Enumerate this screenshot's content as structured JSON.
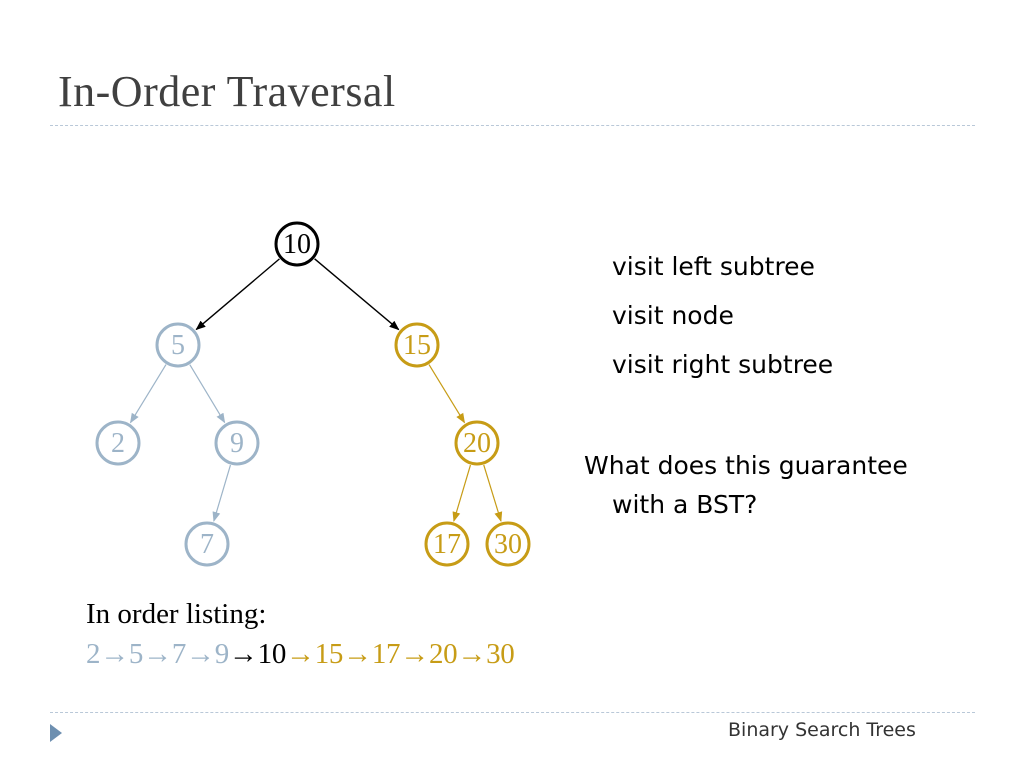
{
  "slide": {
    "title": "In-Order Traversal",
    "footer_label": "Binary Search Trees"
  },
  "colors": {
    "root": "#000000",
    "left_subtree": "#9db4c8",
    "right_subtree": "#c79c16",
    "rule": "#b9c8d8"
  },
  "tree": {
    "nodes": [
      {
        "id": "n10",
        "label": "10",
        "group": "root"
      },
      {
        "id": "n5",
        "label": "5",
        "group": "left"
      },
      {
        "id": "n15",
        "label": "15",
        "group": "right"
      },
      {
        "id": "n2",
        "label": "2",
        "group": "left"
      },
      {
        "id": "n9",
        "label": "9",
        "group": "left"
      },
      {
        "id": "n20",
        "label": "20",
        "group": "right"
      },
      {
        "id": "n7",
        "label": "7",
        "group": "left"
      },
      {
        "id": "n17",
        "label": "17",
        "group": "right"
      },
      {
        "id": "n30",
        "label": "30",
        "group": "right"
      }
    ],
    "edges": [
      {
        "from": "n10",
        "to": "n5",
        "group": "root"
      },
      {
        "from": "n10",
        "to": "n15",
        "group": "root"
      },
      {
        "from": "n5",
        "to": "n2",
        "group": "left"
      },
      {
        "from": "n5",
        "to": "n9",
        "group": "left"
      },
      {
        "from": "n9",
        "to": "n7",
        "group": "left"
      },
      {
        "from": "n15",
        "to": "n20",
        "group": "right"
      },
      {
        "from": "n20",
        "to": "n17",
        "group": "right"
      },
      {
        "from": "n20",
        "to": "n30",
        "group": "right"
      }
    ]
  },
  "steps": [
    "visit left subtree",
    "visit node",
    "visit right subtree"
  ],
  "question": {
    "line1": "What does this guarantee",
    "line2": "with a BST?"
  },
  "listing": {
    "label": "In order listing:",
    "items": [
      {
        "value": "2",
        "group": "left"
      },
      {
        "value": "5",
        "group": "left"
      },
      {
        "value": "7",
        "group": "left"
      },
      {
        "value": "9",
        "group": "left"
      },
      {
        "value": "10",
        "group": "root"
      },
      {
        "value": "15",
        "group": "right"
      },
      {
        "value": "17",
        "group": "right"
      },
      {
        "value": "20",
        "group": "right"
      },
      {
        "value": "30",
        "group": "right"
      }
    ],
    "separator": "→"
  }
}
